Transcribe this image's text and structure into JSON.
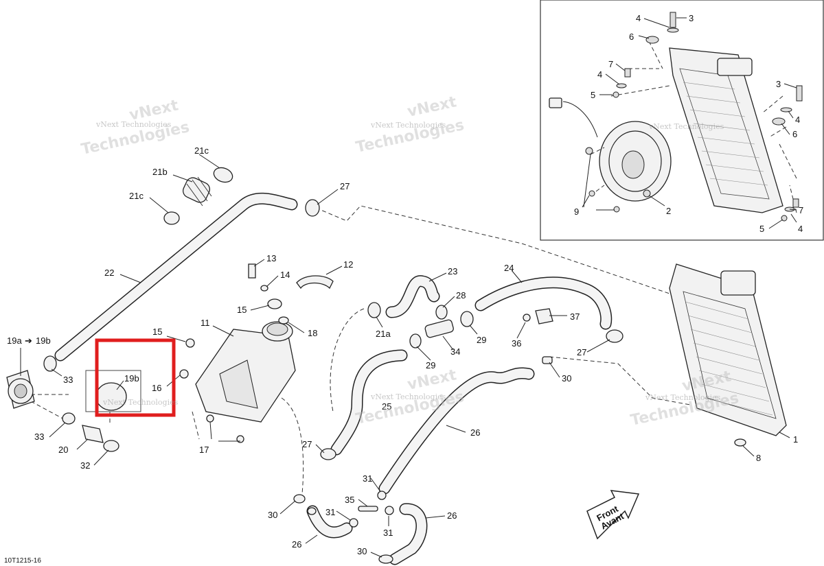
{
  "diagram": {
    "code": "10T1215-16",
    "watermark_line1": "vNext Technologies",
    "watermark_line2": "Technologies",
    "watermark_line3": "vNext",
    "arrow_label_1": "Front",
    "arrow_label_2": "Avant",
    "highlight_color": "#e01e1e",
    "labels": {
      "l1": "1",
      "l2": "2",
      "l3a": "3",
      "l3b": "3",
      "l4a": "4",
      "l4b": "4",
      "l4c": "4",
      "l4d": "4",
      "l5a": "5",
      "l5b": "5",
      "l6a": "6",
      "l6b": "6",
      "l7a": "7",
      "l7b": "7",
      "l8": "8",
      "l9": "9",
      "l11": "11",
      "l12": "12",
      "l13": "13",
      "l14": "14",
      "l15a": "15",
      "l15b": "15",
      "l16": "16",
      "l17": "17",
      "l18": "18",
      "l19a": "19a",
      "l19ab": "19b",
      "l19b": "19b",
      "l20": "20",
      "l21a": "21a",
      "l21b": "21b",
      "l21c1": "21c",
      "l21c2": "21c",
      "l22": "22",
      "l23": "23",
      "l24": "24",
      "l25": "25",
      "l26a": "26",
      "l26b": "26",
      "l26c": "26",
      "l27a": "27",
      "l27b": "27",
      "l27c": "27",
      "l28": "28",
      "l29a": "29",
      "l29b": "29",
      "l30a": "30",
      "l30b": "30",
      "l30c": "30",
      "l31a": "31",
      "l31b": "31",
      "l31c": "31",
      "l32": "32",
      "l33a": "33",
      "l33b": "33",
      "l34": "34",
      "l35": "35",
      "l36": "36",
      "l37": "37"
    }
  }
}
